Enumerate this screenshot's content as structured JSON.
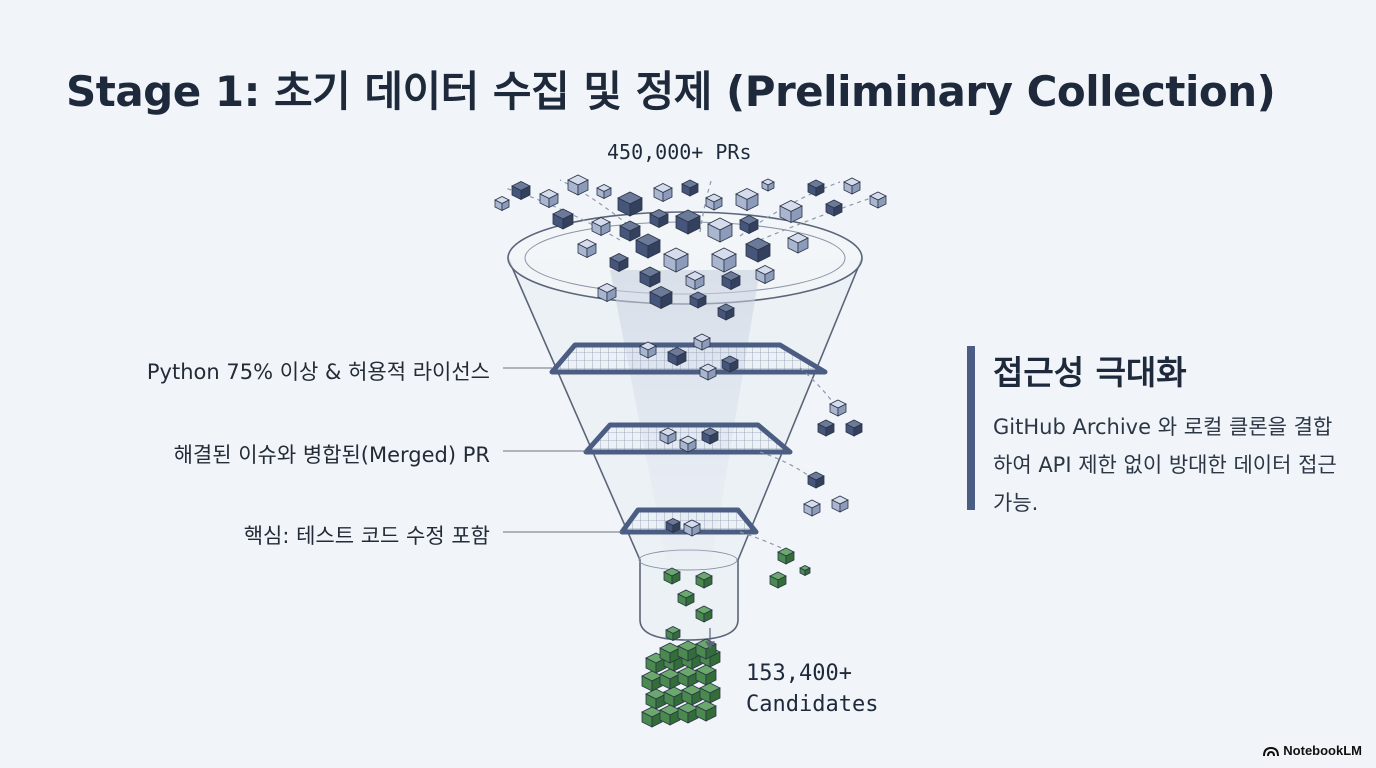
{
  "title": "Stage 1: 초기 데이터 수집 및 정제 (Preliminary Collection)",
  "funnel": {
    "input_label": "450,000+ PRs",
    "filters": [
      "Python 75% 이상 & 허용적 라이선스",
      "해결된 이슈와 병합된(Merged) PR",
      "핵심: 테스트 코드 수정 포함"
    ],
    "output_line1": "153,400+",
    "output_line2": "Candidates"
  },
  "callout": {
    "heading": "접근성 극대화",
    "body": "GitHub Archive 와 로컬 클론을 결합하여 API 제한 없이 방대한 데이터 접근 가능."
  },
  "branding": {
    "label": "NotebookLM",
    "icon": "notebooklm-logo-icon"
  },
  "colors": {
    "background": "#f1f5f9",
    "title": "#1e2a3b",
    "accent_bar": "#4b5d82",
    "cube_blue_dark": "#46567a",
    "cube_blue_light": "#a9b6cf",
    "cube_green": "#4a8a4e"
  }
}
